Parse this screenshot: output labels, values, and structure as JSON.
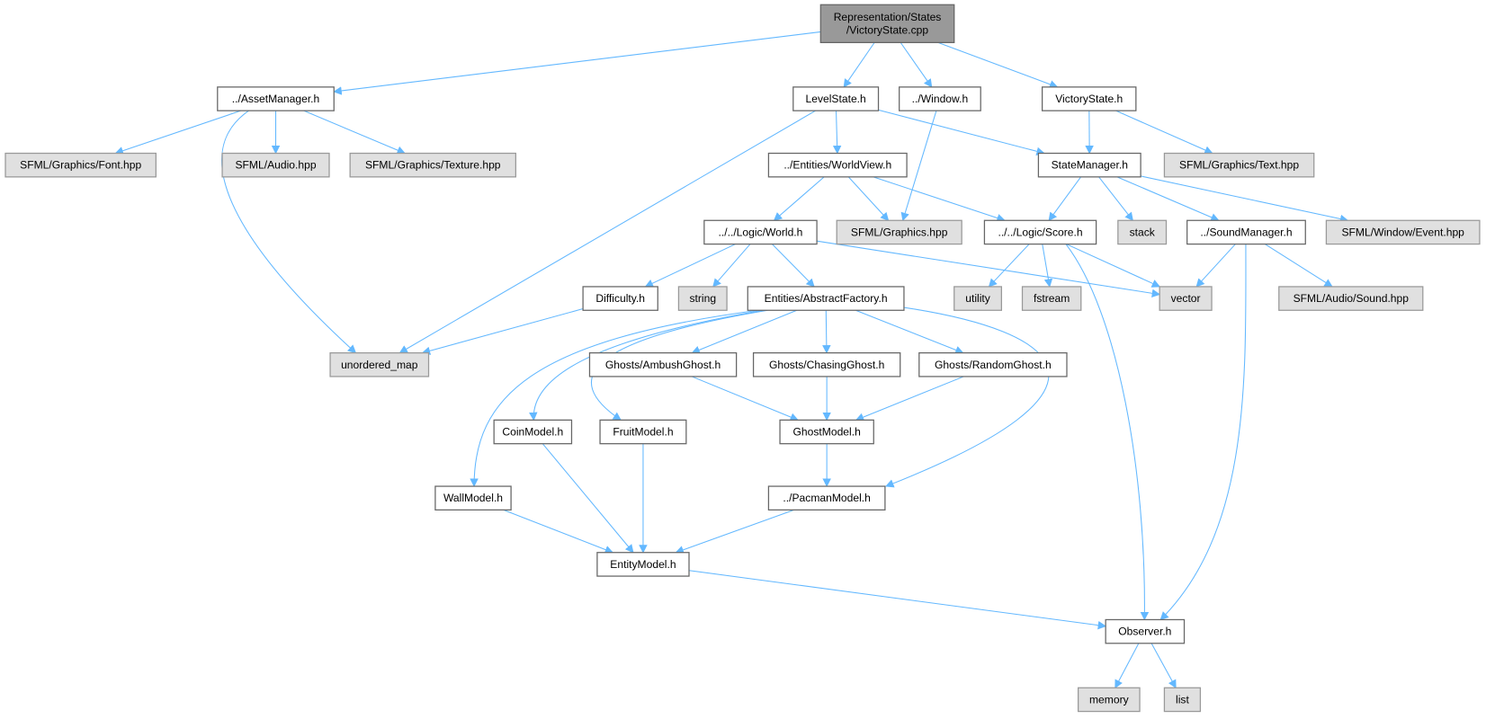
{
  "graph": {
    "title": "Representation/States/VictoryState.cpp",
    "colors": {
      "edge": "#63b8ff",
      "root_fill": "#999999",
      "local_fill": "#ffffff",
      "system_fill": "#e0e0e0",
      "local_stroke": "#666666",
      "system_stroke": "#999999"
    },
    "nodes": [
      {
        "id": "root",
        "label": [
          "Representation/States",
          "/VictoryState.cpp"
        ],
        "kind": "root"
      },
      {
        "id": "asset",
        "label": [
          "../AssetManager.h"
        ],
        "kind": "local"
      },
      {
        "id": "font",
        "label": [
          "SFML/Graphics/Font.hpp"
        ],
        "kind": "system"
      },
      {
        "id": "audio",
        "label": [
          "SFML/Audio.hpp"
        ],
        "kind": "system"
      },
      {
        "id": "texture",
        "label": [
          "SFML/Graphics/Texture.hpp"
        ],
        "kind": "system"
      },
      {
        "id": "level",
        "label": [
          "LevelState.h"
        ],
        "kind": "local"
      },
      {
        "id": "window",
        "label": [
          "../Window.h"
        ],
        "kind": "local"
      },
      {
        "id": "victory",
        "label": [
          "VictoryState.h"
        ],
        "kind": "local"
      },
      {
        "id": "worldview",
        "label": [
          "../Entities/WorldView.h"
        ],
        "kind": "local"
      },
      {
        "id": "statemgr",
        "label": [
          "StateManager.h"
        ],
        "kind": "local"
      },
      {
        "id": "text",
        "label": [
          "SFML/Graphics/Text.hpp"
        ],
        "kind": "system"
      },
      {
        "id": "world",
        "label": [
          "../../Logic/World.h"
        ],
        "kind": "local"
      },
      {
        "id": "graphics",
        "label": [
          "SFML/Graphics.hpp"
        ],
        "kind": "system"
      },
      {
        "id": "score",
        "label": [
          "../../Logic/Score.h"
        ],
        "kind": "local"
      },
      {
        "id": "stack",
        "label": [
          "stack"
        ],
        "kind": "system"
      },
      {
        "id": "soundmgr",
        "label": [
          "../SoundManager.h"
        ],
        "kind": "local"
      },
      {
        "id": "event",
        "label": [
          "SFML/Window/Event.hpp"
        ],
        "kind": "system"
      },
      {
        "id": "difficulty",
        "label": [
          "Difficulty.h"
        ],
        "kind": "local"
      },
      {
        "id": "string",
        "label": [
          "string"
        ],
        "kind": "system"
      },
      {
        "id": "factory",
        "label": [
          "Entities/AbstractFactory.h"
        ],
        "kind": "local"
      },
      {
        "id": "utility",
        "label": [
          "utility"
        ],
        "kind": "system"
      },
      {
        "id": "fstream",
        "label": [
          "fstream"
        ],
        "kind": "system"
      },
      {
        "id": "vector",
        "label": [
          "vector"
        ],
        "kind": "system"
      },
      {
        "id": "sound",
        "label": [
          "SFML/Audio/Sound.hpp"
        ],
        "kind": "system"
      },
      {
        "id": "umap",
        "label": [
          "unordered_map"
        ],
        "kind": "system"
      },
      {
        "id": "ambush",
        "label": [
          "Ghosts/AmbushGhost.h"
        ],
        "kind": "local"
      },
      {
        "id": "chasing",
        "label": [
          "Ghosts/ChasingGhost.h"
        ],
        "kind": "local"
      },
      {
        "id": "random",
        "label": [
          "Ghosts/RandomGhost.h"
        ],
        "kind": "local"
      },
      {
        "id": "coin",
        "label": [
          "CoinModel.h"
        ],
        "kind": "local"
      },
      {
        "id": "fruit",
        "label": [
          "FruitModel.h"
        ],
        "kind": "local"
      },
      {
        "id": "ghost",
        "label": [
          "GhostModel.h"
        ],
        "kind": "local"
      },
      {
        "id": "wall",
        "label": [
          "WallModel.h"
        ],
        "kind": "local"
      },
      {
        "id": "pacman",
        "label": [
          "../PacmanModel.h"
        ],
        "kind": "local"
      },
      {
        "id": "entity",
        "label": [
          "EntityModel.h"
        ],
        "kind": "local"
      },
      {
        "id": "observer",
        "label": [
          "Observer.h"
        ],
        "kind": "local"
      },
      {
        "id": "memory",
        "label": [
          "memory"
        ],
        "kind": "system"
      },
      {
        "id": "list",
        "label": [
          "list"
        ],
        "kind": "system"
      }
    ],
    "edges": [
      [
        "root",
        "asset"
      ],
      [
        "root",
        "level"
      ],
      [
        "root",
        "window"
      ],
      [
        "root",
        "victory"
      ],
      [
        "asset",
        "font"
      ],
      [
        "asset",
        "audio"
      ],
      [
        "asset",
        "texture"
      ],
      [
        "asset",
        "umap"
      ],
      [
        "level",
        "umap"
      ],
      [
        "level",
        "worldview"
      ],
      [
        "level",
        "statemgr"
      ],
      [
        "window",
        "graphics"
      ],
      [
        "victory",
        "statemgr"
      ],
      [
        "victory",
        "text"
      ],
      [
        "worldview",
        "world"
      ],
      [
        "worldview",
        "graphics"
      ],
      [
        "worldview",
        "score"
      ],
      [
        "statemgr",
        "score"
      ],
      [
        "statemgr",
        "stack"
      ],
      [
        "statemgr",
        "soundmgr"
      ],
      [
        "statemgr",
        "event"
      ],
      [
        "world",
        "difficulty"
      ],
      [
        "world",
        "string"
      ],
      [
        "world",
        "factory"
      ],
      [
        "world",
        "vector"
      ],
      [
        "score",
        "utility"
      ],
      [
        "score",
        "fstream"
      ],
      [
        "score",
        "vector"
      ],
      [
        "score",
        "observer"
      ],
      [
        "soundmgr",
        "vector"
      ],
      [
        "soundmgr",
        "observer"
      ],
      [
        "soundmgr",
        "sound"
      ],
      [
        "difficulty",
        "umap"
      ],
      [
        "factory",
        "ambush"
      ],
      [
        "factory",
        "chasing"
      ],
      [
        "factory",
        "random"
      ],
      [
        "factory",
        "coin"
      ],
      [
        "factory",
        "fruit"
      ],
      [
        "factory",
        "wall"
      ],
      [
        "factory",
        "pacman"
      ],
      [
        "ambush",
        "ghost"
      ],
      [
        "chasing",
        "ghost"
      ],
      [
        "random",
        "ghost"
      ],
      [
        "coin",
        "entity"
      ],
      [
        "fruit",
        "entity"
      ],
      [
        "wall",
        "entity"
      ],
      [
        "pacman",
        "entity"
      ],
      [
        "ghost",
        "pacman"
      ],
      [
        "entity",
        "observer"
      ],
      [
        "observer",
        "memory"
      ],
      [
        "observer",
        "list"
      ]
    ]
  }
}
